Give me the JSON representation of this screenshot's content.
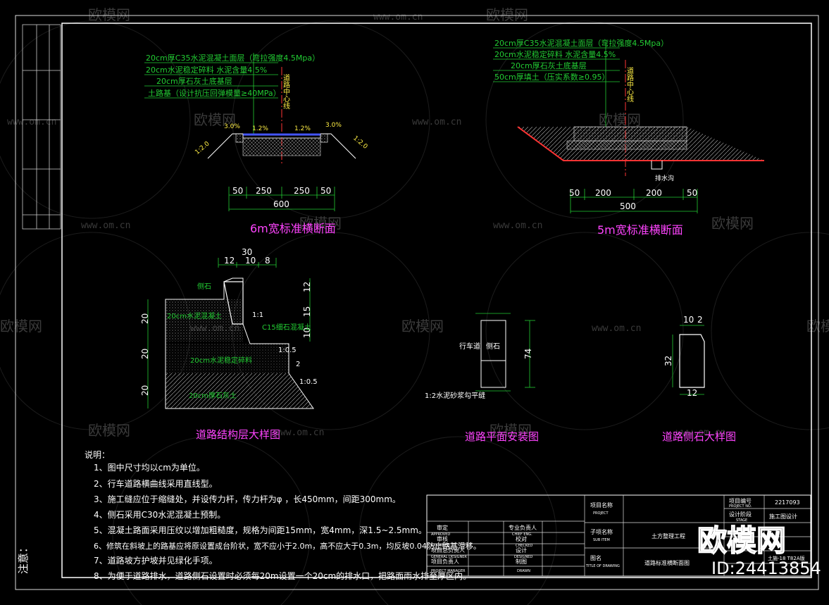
{
  "watermarks": [
    "欧模网",
    "www.om.cn"
  ],
  "brand": {
    "logo_text": "欧模网",
    "id_label": "ID:24413854"
  },
  "section6": {
    "layers": [
      "20cm厚C35水泥混凝土面层（弯拉强度4.5Mpa）",
      "20cm水泥稳定碎料 水泥含量4.5%",
      "20cm厚石灰土底基层",
      "土路基（设计抗压回弹模量≥40MPa）"
    ],
    "centerline": "道路中心线",
    "slopes": [
      "3.0%",
      "1.2%",
      "1.2%",
      "3.0%"
    ],
    "side": [
      "1:2.0",
      "1:2.0"
    ],
    "dims": [
      "50",
      "250",
      "250",
      "50"
    ],
    "total": "600",
    "title": "6m宽标准横断面"
  },
  "section5": {
    "layers": [
      "20cm厚C35水泥混凝土面层（弯拉强度4.5Mpa）",
      "20cm水泥稳定碎料 水泥含量4.5%",
      "20cm厚石灰土底基层",
      "50cm厚填土（压实系数≥0.95）"
    ],
    "centerline": "道路中心线",
    "ditch": "排水沟",
    "dims": [
      "50",
      "200",
      "200",
      "50"
    ],
    "total": "500",
    "title": "5m宽标准横断面"
  },
  "layer_detail": {
    "top": "30",
    "top_parts": [
      "12",
      "10",
      "8"
    ],
    "right": [
      "12",
      "15",
      "10"
    ],
    "left": [
      "20",
      "20",
      "20"
    ],
    "curb_label": "侧石",
    "labels": [
      "20cm水泥混凝土",
      "C15细石混凝土",
      "20cm水泥稳定碎料",
      "20cm厚石灰土"
    ],
    "slopes": [
      "1:1",
      "1:0.5",
      "1:0.5"
    ],
    "small": "2",
    "title": "道路结构层大样图"
  },
  "plan_detail": {
    "labels": [
      "行车道",
      "侧石"
    ],
    "dim": "74",
    "note": "1:2水泥砂浆勾平缝",
    "title": "道路平面安装图"
  },
  "curb_detail": {
    "top": "10",
    "top_small": "2",
    "side": "32",
    "bottom": "12",
    "title": "道路侧石大样图"
  },
  "notes": {
    "heading": "说明：",
    "items": [
      "1、图中尺寸均以cm为单位。",
      "2、行车道路横曲线采用直线型。",
      "3、施工缝应位于缩缝处，并设传力杆，传力杆为φ    ，长450mm，间距300mm。",
      "4、侧石采用C30水泥混凝土预制。",
      "5、混凝土路面采用压纹以增加粗糙度，规格为间距15mm，宽4mm，深1.5~2.5mm。",
      "6、修筑在斜坡上的路基应将原设置成台阶状，宽不应小于2.0m，高不应大于0.3m，均反坡0.04防止路基滑移。",
      "7、道路坡方护坡并见绿化手项。",
      "8、为便于道路排水，道路侧石设置时必须每20m设置一个20cm的排水口，把路面雨水排至厚区内。"
    ]
  },
  "title_block": {
    "project_label": "项目名称",
    "project_label_en": "PROJECT",
    "sub_label": "子项名称",
    "sub_label_en": "SUB ITEM",
    "drawing_label": "图名",
    "drawing_label_en": "TITLE OF DRAWING",
    "sub_value": "土方整理工程",
    "drawing_value": "道路标准横断面图",
    "project_no_label": "项目编号",
    "project_no_en": "PROJECT NO.",
    "project_no": "2217093",
    "stage_label": "设计阶段",
    "stage_en": "STAGE",
    "stage_value": "施工图设计",
    "drawing_no": "土施-18 T82A版",
    "rows": [
      [
        "审定",
        "APPROVED",
        "专业负责人",
        "CHIEF ENG."
      ],
      [
        "审核",
        "EXAMINED",
        "校对",
        "CHECKED"
      ],
      [
        "项目总负责人",
        "GENERAL DESIGNER",
        "设计",
        "DESIGNED"
      ],
      [
        "项目负责人",
        "PROJECT MANAGER",
        "制图",
        "DRAWN"
      ]
    ]
  },
  "side_note": "注意：",
  "colors": {
    "background": "#000000",
    "line": "#ffffff",
    "green": "#22cc33",
    "red": "#ff3333",
    "blue": "#4455ff",
    "yellow": "#ffee44",
    "magenta": "#ff44ff"
  }
}
